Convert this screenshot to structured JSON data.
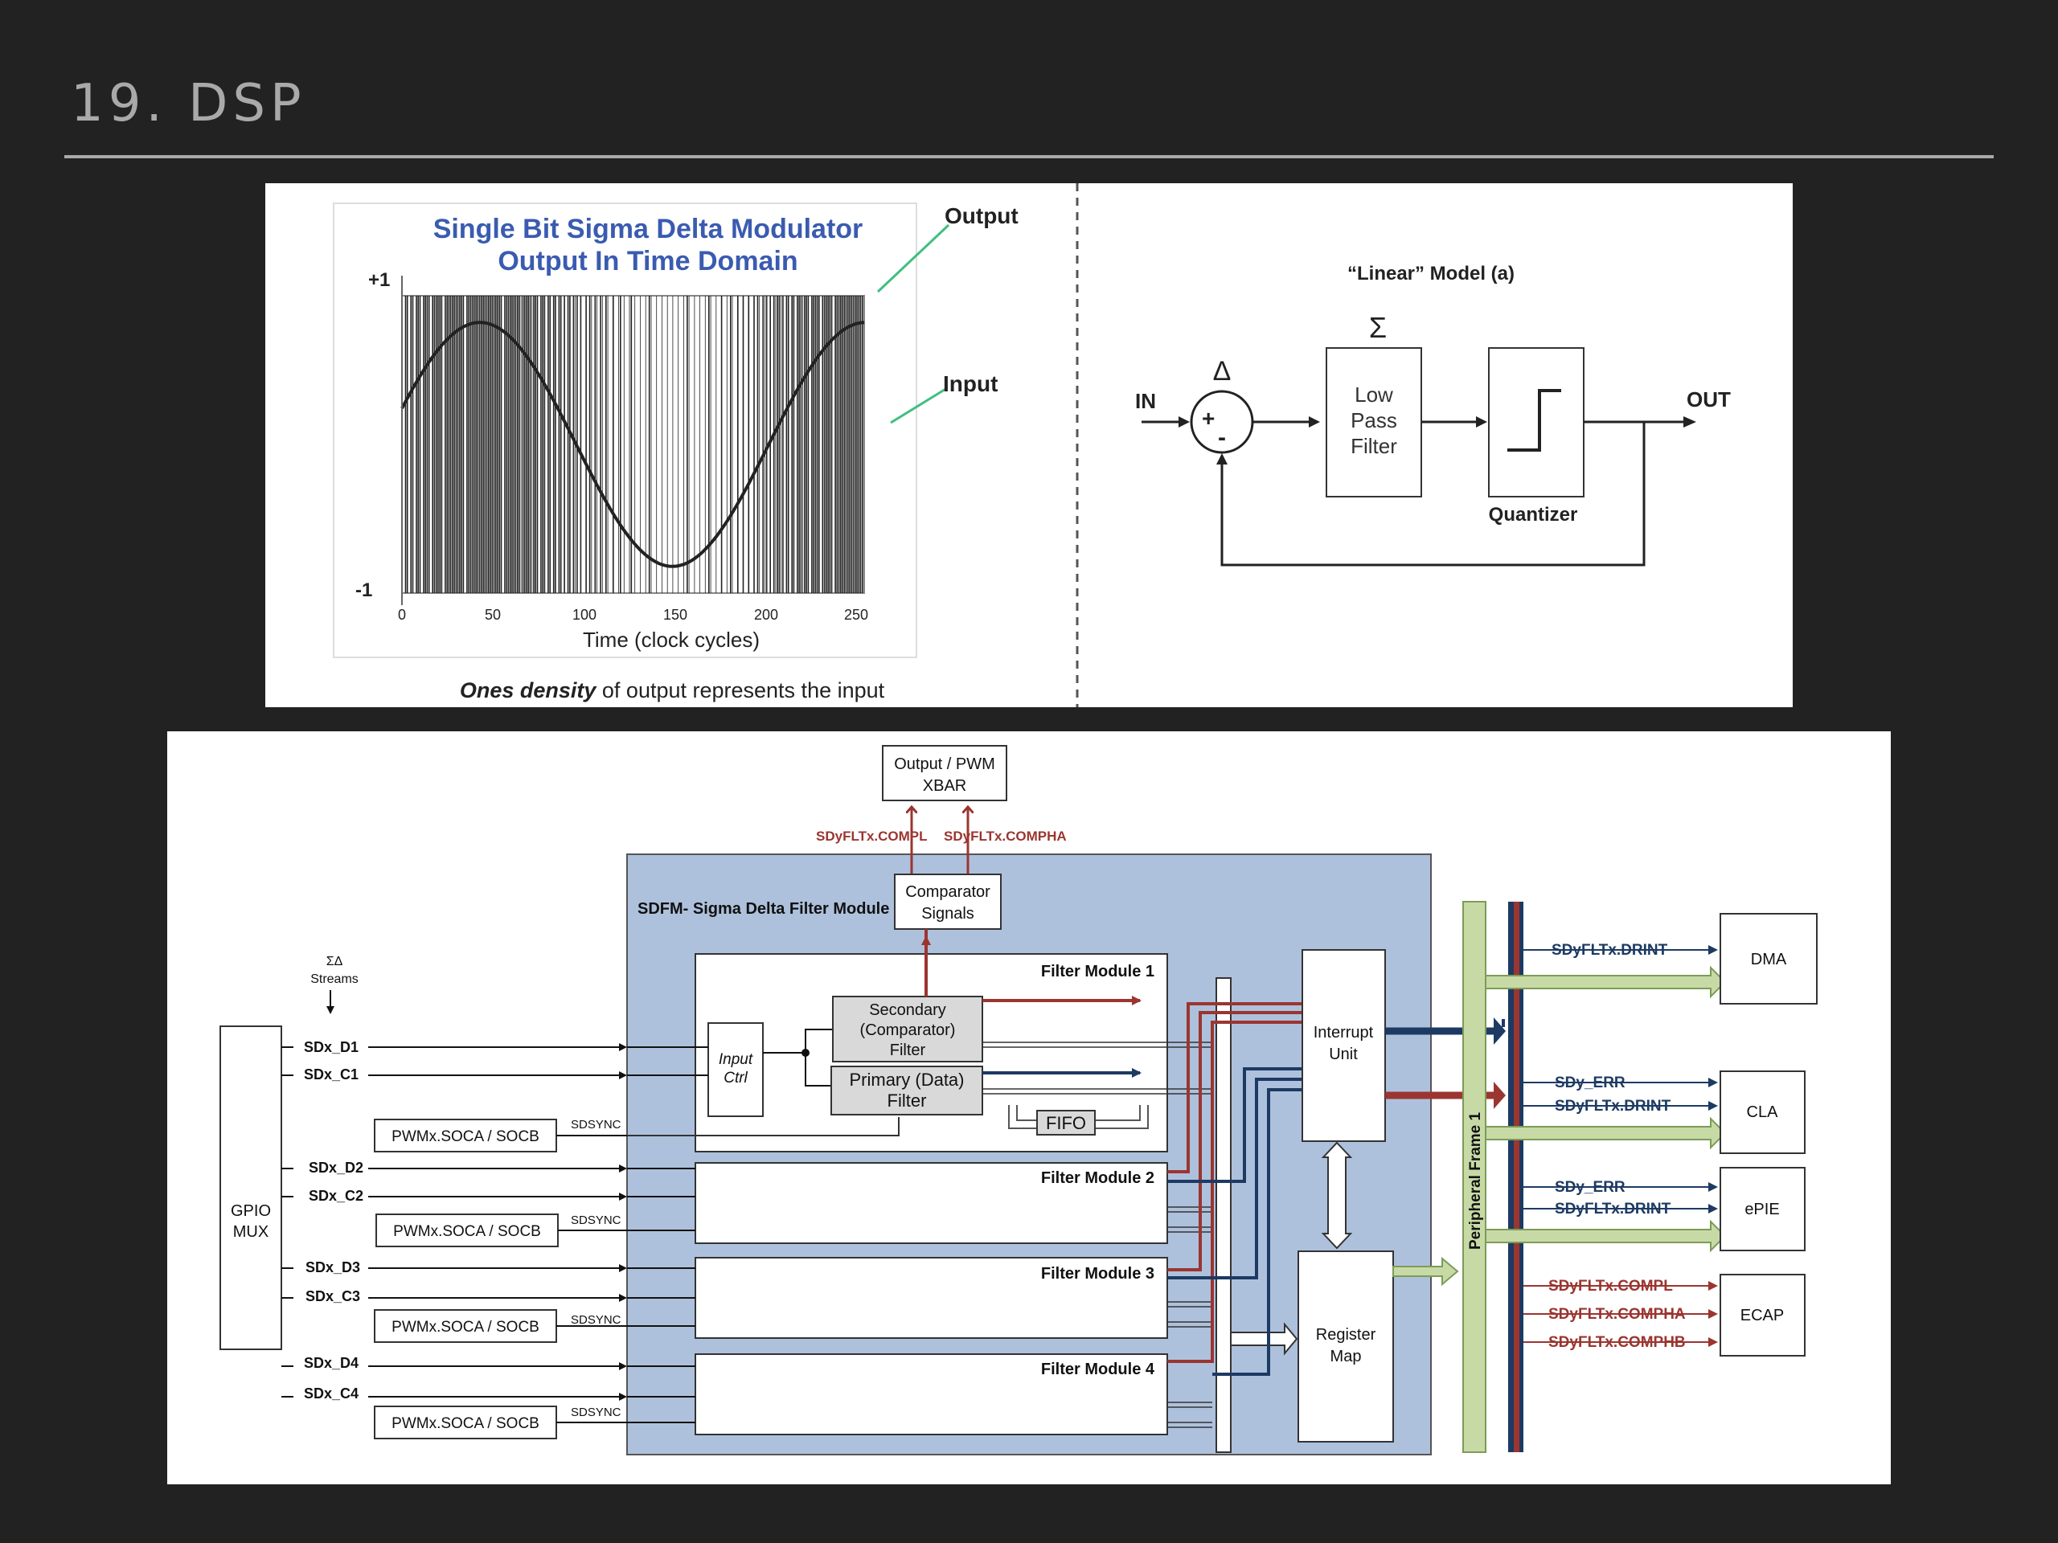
{
  "slide": {
    "title": "19. DSP"
  },
  "sigma_plot": {
    "title_line1": "Single Bit Sigma Delta Modulator",
    "title_line2": "Output In Time Domain",
    "y_top": "+1",
    "y_bottom": "-1",
    "x_ticks": [
      "0",
      "50",
      "100",
      "150",
      "200",
      "250"
    ],
    "x_label": "Time (clock cycles)",
    "output_label": "Output",
    "input_label": "Input",
    "caption_bold": "Ones density",
    "caption_rest": " of output represents the input",
    "colors": {
      "title": "#3a5bb0",
      "callout": "#3fbf7f"
    }
  },
  "linear_model": {
    "title": "“Linear” Model (a)",
    "delta": "Δ",
    "sigma": "Σ",
    "in_label": "IN",
    "out_label": "OUT",
    "plus": "+",
    "minus": "-",
    "lpf_lines": [
      "Low",
      "Pass",
      "Filter"
    ],
    "quantizer": "Quantizer"
  },
  "sdfm": {
    "module_title": "SDFM- Sigma Delta Filter Module",
    "output_xbar_lines": [
      "Output / PWM",
      "XBAR"
    ],
    "compl": "SDyFLTx.COMPL",
    "compha": "SDyFLTx.COMPHA",
    "comparator_lines": [
      "Comparator",
      "Signals"
    ],
    "streams_lines": [
      "ΣΔ",
      "Streams"
    ],
    "gpio_lines": [
      "GPIO",
      "MUX"
    ],
    "inputs": [
      "SDx_D1",
      "SDx_C1",
      "SDx_D2",
      "SDx_C2",
      "SDx_D3",
      "SDx_C3",
      "SDx_D4",
      "SDx_C4"
    ],
    "pwm_label": "PWMx.SOCA / SOCB",
    "sdsync": "SDSYNC",
    "filter_modules": [
      "Filter Module 1",
      "Filter Module 2",
      "Filter Module 3",
      "Filter Module 4"
    ],
    "input_ctrl_lines": [
      "Input",
      "Ctrl"
    ],
    "secondary_lines": [
      "Secondary",
      "(Comparator)",
      "Filter"
    ],
    "primary_lines": [
      "Primary (Data)",
      "Filter"
    ],
    "fifo": "FIFO",
    "interrupt_lines": [
      "Interrupt",
      "Unit"
    ],
    "register_lines": [
      "Register",
      "Map"
    ],
    "peripheral_frame": "Peripheral Frame 1",
    "dma": {
      "name": "DMA",
      "signals": [
        "SDyFLTx.DRINT"
      ]
    },
    "cla": {
      "name": "CLA",
      "signals": [
        "SDy_ERR",
        "SDyFLTx.DRINT"
      ]
    },
    "epie": {
      "name": "ePIE",
      "signals": [
        "SDy_ERR",
        "SDyFLTx.DRINT"
      ]
    },
    "ecap": {
      "name": "ECAP",
      "signals": [
        "SDyFLTx.COMPL",
        "SDyFLTx.COMPHA",
        "SDyFLTx.COMPHB"
      ]
    },
    "colors": {
      "red": "#9b3530",
      "blue": "#1d3a63",
      "module_fill": "#aec1dc",
      "green_fill": "#c7daa6",
      "gray_fill": "#d9d9d9"
    }
  }
}
